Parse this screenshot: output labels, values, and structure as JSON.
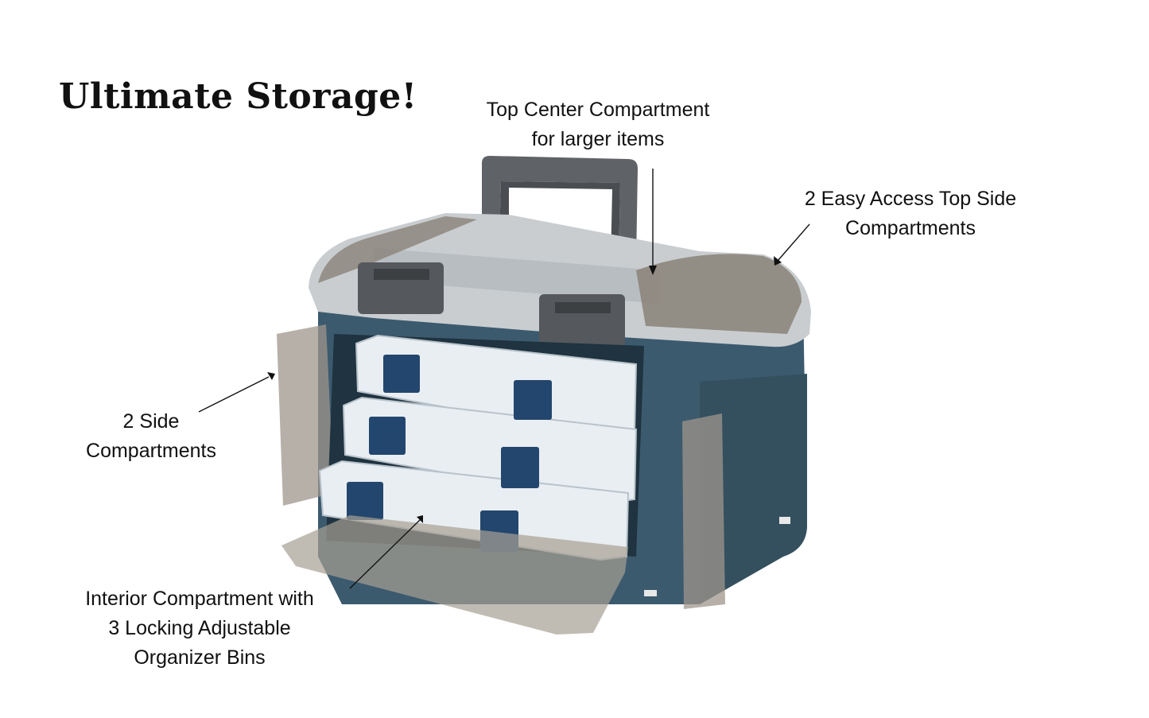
{
  "title": "Ultimate Storage!",
  "callouts": {
    "top_center": {
      "line1": "Top Center Compartment",
      "line2": "for larger items"
    },
    "top_side": {
      "line1": "2 Easy Access Top Side",
      "line2": "Compartments"
    },
    "side": {
      "line1": "2 Side",
      "line2": "Compartments"
    },
    "interior": {
      "line1": "Interior Compartment with",
      "line2": "3 Locking Adjustable",
      "line3": "Organizer Bins"
    }
  },
  "colors": {
    "body": "#3c5a6e",
    "lid": "#c9cdd0",
    "handle": "#5f6266",
    "smoke": "#8a8278",
    "latch": "#23466e"
  }
}
